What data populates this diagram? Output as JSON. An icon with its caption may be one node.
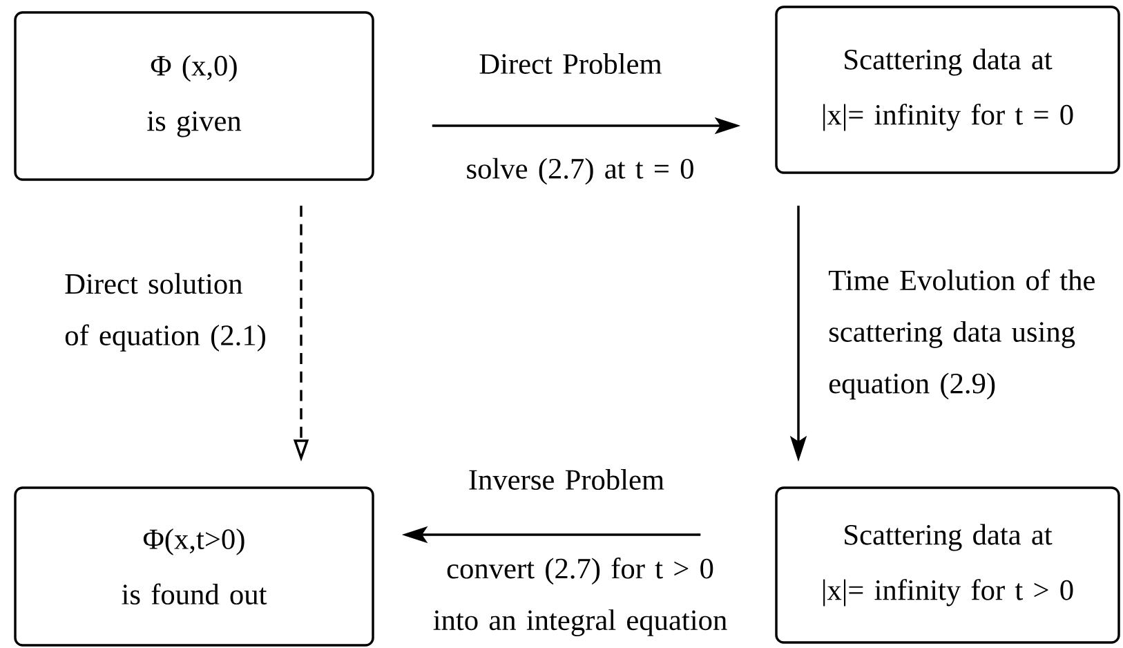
{
  "diagram": {
    "nodes": [
      {
        "text": [
          "Φ (x,0)",
          "is given"
        ]
      },
      {
        "text": [
          "Scattering data at",
          "|x|= infinity for  t = 0"
        ]
      },
      {
        "text": [
          "Φ(x,t>0)",
          "is found out"
        ]
      },
      {
        "text": [
          "Scattering data at",
          "|x|= infinity for  t > 0"
        ]
      }
    ],
    "edges": [
      {
        "from": 0,
        "to": 1,
        "arrow": "to",
        "label": "Direct Problem"
      },
      {
        "from": 1,
        "to": 3,
        "arrow": "to",
        "label": "Time Evolution of the scattering data using equation (2.9)"
      },
      {
        "from": 0,
        "to": 2,
        "arrow": "to",
        "style": "dashed",
        "label": "Direct solution of equation (2.1)"
      },
      {
        "from": 3,
        "to": 2,
        "arrow": "to",
        "label": "Inverse Problem"
      }
    ],
    "labels": [
      "solve (2.7) at t = 0",
      "convert (2.7) for  t > 0 into an integral equation"
    ]
  }
}
